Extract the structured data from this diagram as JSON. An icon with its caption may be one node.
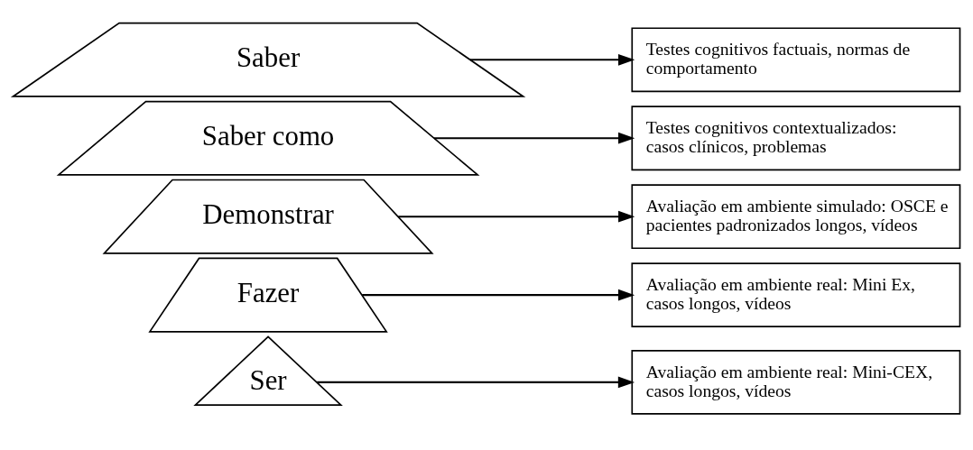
{
  "diagram": {
    "nodes": [
      {
        "text": [
          "Ser"
        ]
      },
      {
        "text": [
          "Fazer"
        ]
      },
      {
        "text": [
          "Demonstrar"
        ]
      },
      {
        "text": [
          "Saber como"
        ]
      },
      {
        "text": [
          "Saber"
        ]
      },
      {
        "text": [
          "Avaliação em ambiente real: Mini-CEX, casos longos, vídeos"
        ]
      },
      {
        "text": [
          "Avaliação em ambiente real: Mini Ex, casos longos, vídeos"
        ]
      },
      {
        "text": [
          "Avaliação em ambiente simulado: OSCE e pacientes padronizados longos, vídeos"
        ]
      },
      {
        "text": [
          "Testes cognitivos contextualizados: casos clínicos, problemas"
        ]
      },
      {
        "text": [
          "Testes cognitivos factuais, normas de comportamento"
        ]
      }
    ],
    "edges": [
      {
        "from": 0,
        "to": 5,
        "arrow": "to"
      },
      {
        "from": 1,
        "to": 6,
        "arrow": "to"
      },
      {
        "from": 2,
        "to": 7,
        "arrow": "to"
      },
      {
        "from": 3,
        "to": 8,
        "arrow": "to"
      },
      {
        "from": 4,
        "to": 9,
        "arrow": "to"
      }
    ]
  }
}
